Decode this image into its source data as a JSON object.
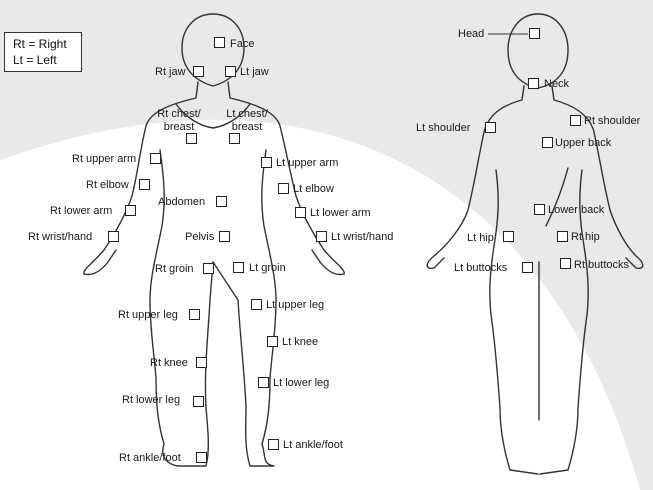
{
  "legend": {
    "right": "Rt = Right",
    "left": "Lt = Left"
  },
  "front_labels": {
    "face": "Face",
    "rt_jaw": "Rt jaw",
    "lt_jaw": "Lt jaw",
    "rt_chest_breast": "Rt chest/ breast",
    "lt_chest_breast": "Lt chest/ breast",
    "rt_upper_arm": "Rt upper arm",
    "lt_upper_arm": "Lt upper arm",
    "rt_elbow": "Rt elbow",
    "lt_elbow": "Lt elbow",
    "abdomen": "Abdomen",
    "rt_lower_arm": "Rt lower arm",
    "lt_lower_arm": "Lt lower arm",
    "rt_wrist_hand": "Rt wrist/hand",
    "pelvis": "Pelvis",
    "lt_wrist_hand": "Lt wrist/hand",
    "rt_groin": "Rt groin",
    "lt_groin": "Lt groin",
    "rt_upper_leg": "Rt upper leg",
    "lt_upper_leg": "Lt upper leg",
    "lt_knee": "Lt knee",
    "rt_knee": "Rt knee",
    "lt_lower_leg": "Lt lower leg",
    "rt_lower_leg": "Rt lower leg",
    "lt_ankle_foot": "Lt ankle/foot",
    "rt_ankle_foot": "Rt ankle/foot"
  },
  "back_labels": {
    "head": "Head",
    "neck": "Neck",
    "lt_shoulder": "Lt shoulder",
    "rt_shoulder": "Rt shoulder",
    "upper_back": "Upper back",
    "lower_back": "Lower back",
    "lt_hip": "Lt hip",
    "rt_hip": "Rt hip",
    "lt_buttocks": "Lt buttocks",
    "rt_buttocks": "Rt buttocks"
  }
}
